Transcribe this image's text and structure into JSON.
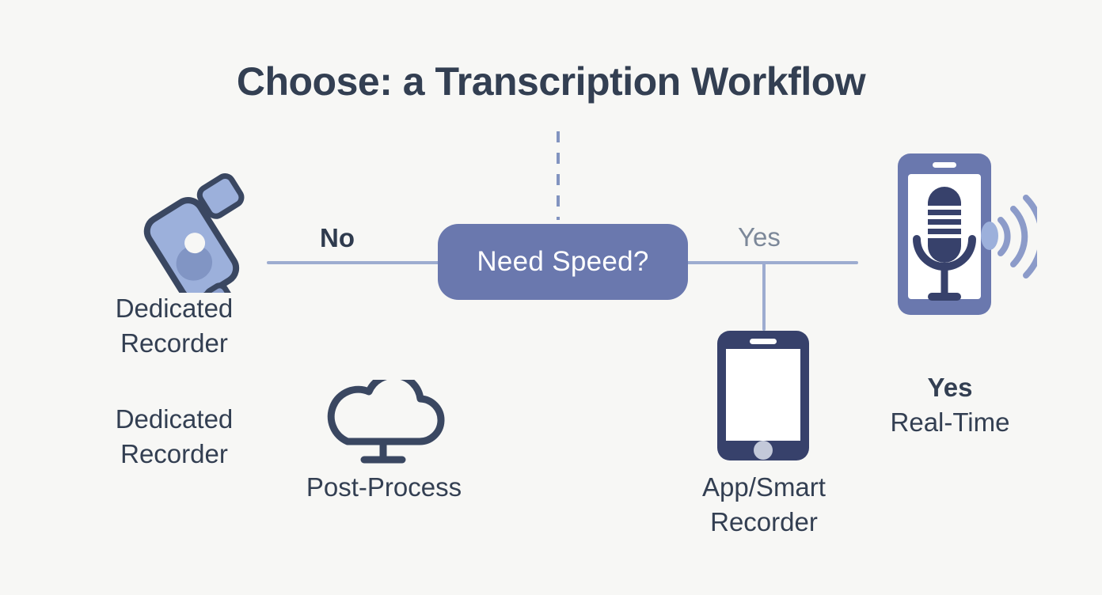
{
  "diagram": {
    "title": "Choose: a Transcription Workflow",
    "background_color": "#f7f7f5",
    "accent_color": "#6a78ae",
    "line_color": "#9dacd0",
    "text_color": "#333f52",
    "decision": {
      "label": "Need Speed?",
      "fill": "#6a78ae",
      "text_color": "#ffffff"
    },
    "branches": [
      {
        "label": "No",
        "side": "left",
        "weight": "bold",
        "color": "#2f3b4e"
      },
      {
        "label": "Yes",
        "side": "right",
        "weight": "normal",
        "color": "#7c8899"
      }
    ],
    "nodes": {
      "dedicated_recorder_top": {
        "line1": "Dedicated",
        "line2": "Recorder",
        "icon": "dedicated-recorder-icon"
      },
      "dedicated_recorder_bottom": {
        "line1": "Dedicated",
        "line2": "Recorder"
      },
      "post_process": {
        "label": "Post-Process",
        "icon": "cloud-upload-icon"
      },
      "app_smart_recorder": {
        "line1": "App/Smart",
        "line2": "Recorder",
        "icon": "smartphone-icon"
      },
      "real_time": {
        "line1": "Yes",
        "line2": "Real-Time",
        "icon": "phone-microphone-icon"
      }
    }
  }
}
